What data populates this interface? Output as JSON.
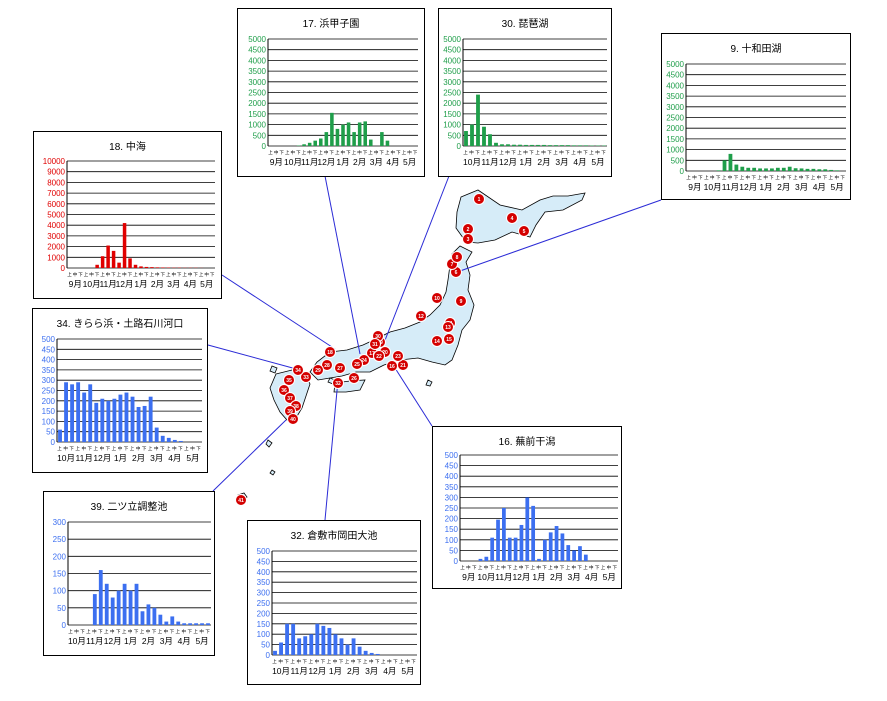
{
  "colors": {
    "green": "#1f9e4a",
    "red": "#e00000",
    "blue": "#3c6ff0",
    "line": "#2b2bd6",
    "map": "#d6ecf8",
    "marker": "#d40000"
  },
  "map": {
    "markers": [
      {
        "label": "1"
      },
      {
        "label": "2"
      },
      {
        "label": "3"
      },
      {
        "label": "4"
      },
      {
        "label": "5"
      },
      {
        "label": "6"
      },
      {
        "label": "7"
      },
      {
        "label": "8"
      },
      {
        "label": "9"
      },
      {
        "label": "10"
      },
      {
        "label": "11"
      },
      {
        "label": "12"
      },
      {
        "label": "13"
      },
      {
        "label": "14"
      },
      {
        "label": "15"
      },
      {
        "label": "16"
      },
      {
        "label": "17"
      },
      {
        "label": "18"
      },
      {
        "label": "19"
      },
      {
        "label": "20"
      },
      {
        "label": "21"
      },
      {
        "label": "22"
      },
      {
        "label": "23"
      },
      {
        "label": "24"
      },
      {
        "label": "25"
      },
      {
        "label": "26"
      },
      {
        "label": "27"
      },
      {
        "label": "28"
      },
      {
        "label": "29"
      },
      {
        "label": "30"
      },
      {
        "label": "31"
      },
      {
        "label": "32"
      },
      {
        "label": "33"
      },
      {
        "label": "34"
      },
      {
        "label": "35"
      },
      {
        "label": "36"
      },
      {
        "label": "37"
      },
      {
        "label": "38"
      },
      {
        "label": "39"
      },
      {
        "label": "40"
      },
      {
        "label": "41"
      }
    ]
  },
  "chart_data": [
    {
      "id": "hamakoshien",
      "type": "bar",
      "title": "17. 浜甲子園",
      "color": "green",
      "ylim": [
        0,
        5000
      ],
      "yticks": [
        0,
        500,
        1000,
        1500,
        2000,
        2500,
        3000,
        3500,
        4000,
        4500,
        5000
      ],
      "month_labels": [
        "9月",
        "10月",
        "11月",
        "12月",
        "1月",
        "2月",
        "3月",
        "4月",
        "5月"
      ],
      "sub_labels": [
        "上",
        "中",
        "下"
      ],
      "values": [
        0,
        0,
        0,
        0,
        0,
        20,
        80,
        150,
        250,
        350,
        650,
        1550,
        800,
        1000,
        1100,
        650,
        1100,
        1150,
        300,
        0,
        650,
        250,
        0,
        0,
        0,
        0,
        0
      ]
    },
    {
      "id": "biwako",
      "type": "bar",
      "title": "30. 琵琶湖",
      "color": "green",
      "ylim": [
        0,
        5000
      ],
      "yticks": [
        0,
        500,
        1000,
        1500,
        2000,
        2500,
        3000,
        3500,
        4000,
        4500,
        5000
      ],
      "month_labels": [
        "10月",
        "11月",
        "12月",
        "1月",
        "2月",
        "3月",
        "4月",
        "5月"
      ],
      "sub_labels": [
        "上",
        "中",
        "下"
      ],
      "values": [
        700,
        1000,
        2400,
        900,
        550,
        150,
        80,
        80,
        60,
        60,
        50,
        50,
        50,
        50,
        40,
        40,
        40,
        40,
        30,
        30,
        30,
        20,
        20,
        20
      ]
    },
    {
      "id": "towadako",
      "type": "bar",
      "title": "9. 十和田湖",
      "color": "green",
      "ylim": [
        0,
        5000
      ],
      "yticks": [
        0,
        500,
        1000,
        1500,
        2000,
        2500,
        3000,
        3500,
        4000,
        4500,
        5000
      ],
      "month_labels": [
        "9月",
        "10月",
        "11月",
        "12月",
        "1月",
        "2月",
        "3月",
        "4月",
        "5月"
      ],
      "sub_labels": [
        "上",
        "中",
        "下"
      ],
      "values": [
        0,
        0,
        0,
        0,
        0,
        30,
        500,
        800,
        300,
        200,
        150,
        150,
        120,
        120,
        120,
        150,
        150,
        200,
        130,
        120,
        100,
        100,
        80,
        80,
        50,
        30,
        0
      ]
    },
    {
      "id": "nakaumi",
      "type": "bar",
      "title": "18. 中海",
      "color": "red",
      "ylim": [
        0,
        10000
      ],
      "yticks": [
        0,
        1000,
        2000,
        3000,
        4000,
        5000,
        6000,
        7000,
        8000,
        9000,
        10000
      ],
      "month_labels": [
        "9月",
        "10月",
        "11月",
        "12月",
        "1月",
        "2月",
        "3月",
        "4月",
        "5月"
      ],
      "sub_labels": [
        "上",
        "中",
        "下"
      ],
      "values": [
        0,
        0,
        0,
        0,
        0,
        300,
        1100,
        2100,
        1600,
        500,
        4200,
        900,
        300,
        150,
        100,
        80,
        60,
        50,
        40,
        30,
        30,
        20,
        20,
        20,
        10,
        0,
        0
      ]
    },
    {
      "id": "kirarahama",
      "type": "bar",
      "title": "34. きらら浜・土路石川河口",
      "color": "blue",
      "ylim": [
        0,
        500
      ],
      "yticks": [
        0,
        50,
        100,
        150,
        200,
        250,
        300,
        350,
        400,
        450,
        500
      ],
      "month_labels": [
        "10月",
        "11月",
        "12月",
        "1月",
        "2月",
        "3月",
        "4月",
        "5月"
      ],
      "sub_labels": [
        "上",
        "中",
        "下"
      ],
      "values": [
        60,
        290,
        280,
        290,
        240,
        280,
        190,
        210,
        200,
        210,
        230,
        240,
        220,
        170,
        175,
        220,
        70,
        30,
        20,
        10,
        5,
        0,
        0,
        0
      ]
    },
    {
      "id": "isahaya",
      "type": "bar",
      "title": "16. 蕪前干潟",
      "color": "blue",
      "ylim": [
        0,
        500
      ],
      "yticks": [
        0,
        50,
        100,
        150,
        200,
        250,
        300,
        350,
        400,
        450,
        500
      ],
      "month_labels": [
        "9月",
        "10月",
        "11月",
        "12月",
        "1月",
        "2月",
        "3月",
        "4月",
        "5月"
      ],
      "sub_labels": [
        "上",
        "中",
        "下"
      ],
      "values": [
        0,
        0,
        0,
        10,
        20,
        110,
        195,
        250,
        110,
        110,
        170,
        300,
        260,
        10,
        100,
        135,
        165,
        130,
        75,
        50,
        70,
        30,
        0,
        0,
        0,
        0,
        0
      ]
    },
    {
      "id": "futatsutate",
      "type": "bar",
      "title": "39. 二ツ立調整池",
      "color": "blue",
      "ylim": [
        0,
        300
      ],
      "yticks": [
        0,
        50,
        100,
        150,
        200,
        250,
        300
      ],
      "month_labels": [
        "10月",
        "11月",
        "12月",
        "1月",
        "2月",
        "3月",
        "4月",
        "5月"
      ],
      "sub_labels": [
        "上",
        "中",
        "下"
      ],
      "values": [
        0,
        0,
        0,
        0,
        90,
        160,
        120,
        80,
        100,
        120,
        100,
        120,
        40,
        60,
        50,
        30,
        10,
        25,
        10,
        5,
        5,
        5,
        5,
        5
      ]
    },
    {
      "id": "kurashiki",
      "type": "bar",
      "title": "32. 倉敷市岡田大池",
      "color": "blue",
      "ylim": [
        0,
        500
      ],
      "yticks": [
        0,
        50,
        100,
        150,
        200,
        250,
        300,
        350,
        400,
        450,
        500
      ],
      "month_labels": [
        "10月",
        "11月",
        "12月",
        "1月",
        "2月",
        "3月",
        "4月",
        "5月"
      ],
      "sub_labels": [
        "上",
        "中",
        "下"
      ],
      "values": [
        20,
        60,
        150,
        150,
        80,
        90,
        100,
        150,
        140,
        130,
        100,
        80,
        50,
        80,
        40,
        20,
        10,
        5,
        0,
        0,
        0,
        0,
        0,
        0
      ]
    }
  ]
}
